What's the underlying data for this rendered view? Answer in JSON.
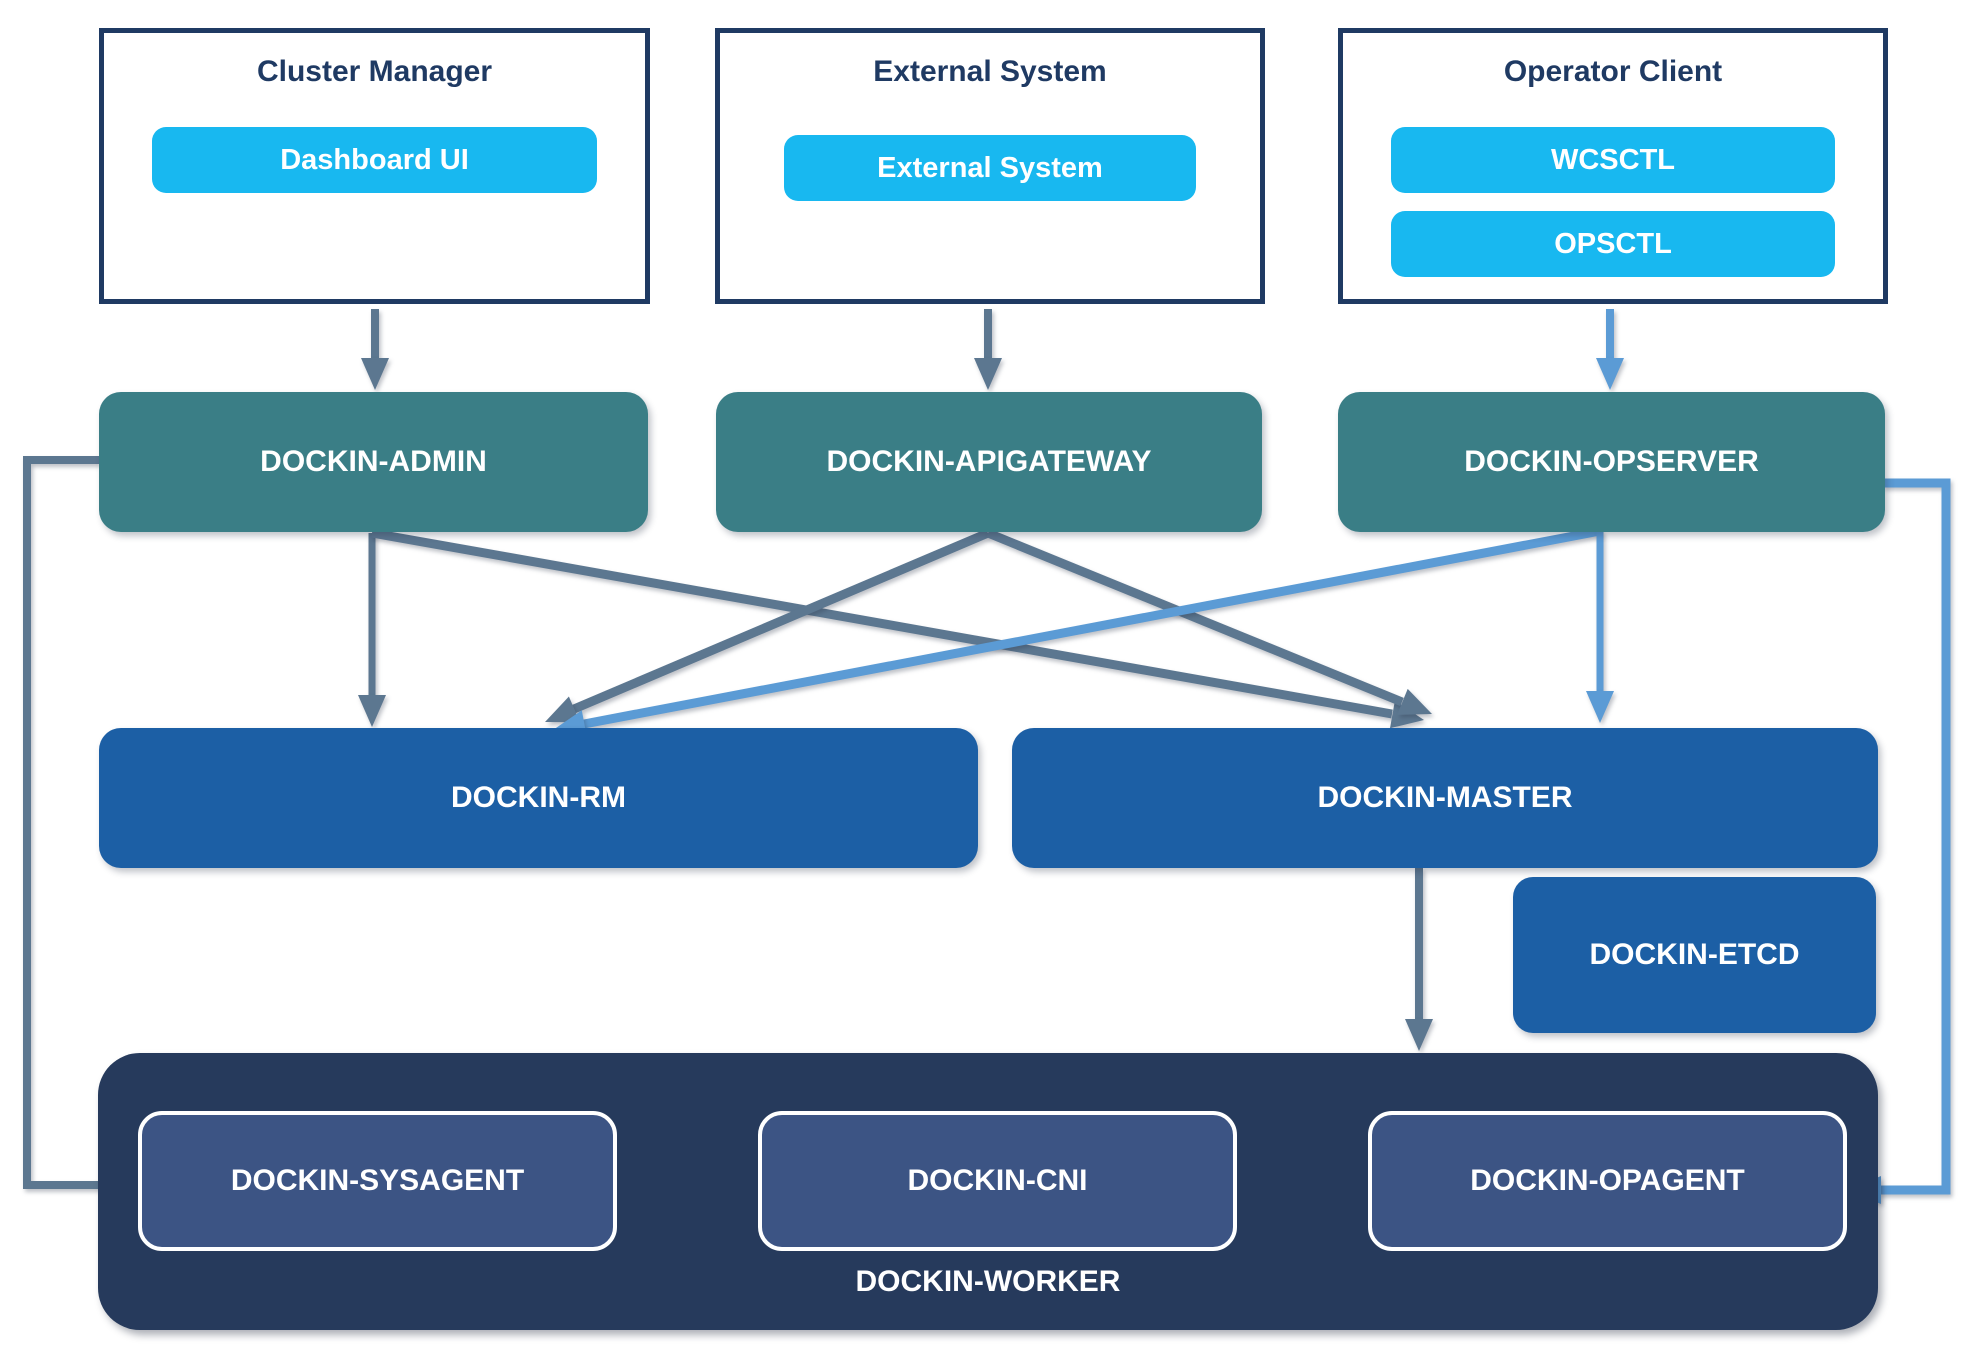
{
  "colors": {
    "navy": "#1F3A63",
    "cyan": "#18B8F0",
    "teal": "#3A7E86",
    "blue": "#1C5FA5",
    "worker_bg": "#263A5C",
    "worker_item": "#3C5484",
    "arrow_dark": "#5C7790",
    "arrow_blue": "#5B9BD5"
  },
  "top_groups": [
    {
      "title": "Cluster Manager",
      "items": [
        "Dashboard UI"
      ]
    },
    {
      "title": "External System",
      "items": [
        "External System"
      ]
    },
    {
      "title": "Operator Client",
      "items": [
        "WCSCTL",
        "OPSCTL"
      ]
    }
  ],
  "services": [
    "DOCKIN-ADMIN",
    "DOCKIN-APIGATEWAY",
    "DOCKIN-OPSERVER"
  ],
  "core": [
    "DOCKIN-RM",
    "DOCKIN-MASTER",
    "DOCKIN-ETCD"
  ],
  "worker": {
    "label": "DOCKIN-WORKER",
    "agents": [
      "DOCKIN-SYSAGENT",
      "DOCKIN-CNI",
      "DOCKIN-OPAGENT"
    ]
  }
}
